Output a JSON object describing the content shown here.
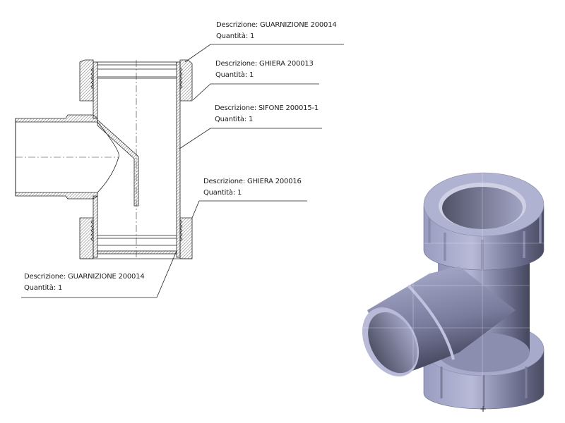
{
  "callouts": [
    {
      "description": "Descrizione: GUARNIZIONE 200014",
      "quantity": "Quantità: 1"
    },
    {
      "description": "Descrizione: GHIERA 200013",
      "quantity": "Quantità: 1"
    },
    {
      "description": "Descrizione: SIFONE 200015-1",
      "quantity": "Quantità: 1"
    },
    {
      "description": "Descrizione: GHIERA 200016",
      "quantity": "Quantità: 1"
    },
    {
      "description": "Descrizione: GUARNIZIONE 200014",
      "quantity": "Quantità: 1"
    }
  ],
  "colors": {
    "line": "#222222",
    "part_light": "#b4b6d6",
    "part_mid": "#8e90b4",
    "part_dark": "#4c4e66"
  }
}
